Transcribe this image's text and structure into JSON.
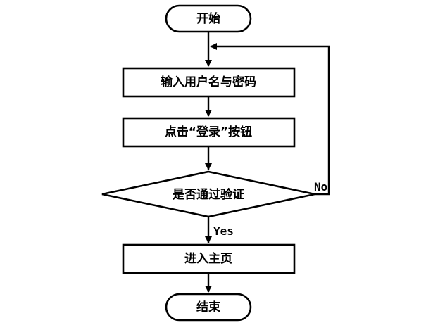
{
  "flowchart": {
    "nodes": {
      "start": {
        "label": "开始",
        "shape": "terminal"
      },
      "input_credentials": {
        "label": "输入用户名与密码",
        "shape": "process"
      },
      "click_login": {
        "label": "点击“登录”按钮",
        "shape": "process"
      },
      "verify": {
        "label": "是否通过验证",
        "shape": "decision"
      },
      "enter_home": {
        "label": "进入主页",
        "shape": "process"
      },
      "end": {
        "label": "结束",
        "shape": "terminal"
      }
    },
    "edges": {
      "yes_label": "Yes",
      "no_label": "No"
    }
  }
}
